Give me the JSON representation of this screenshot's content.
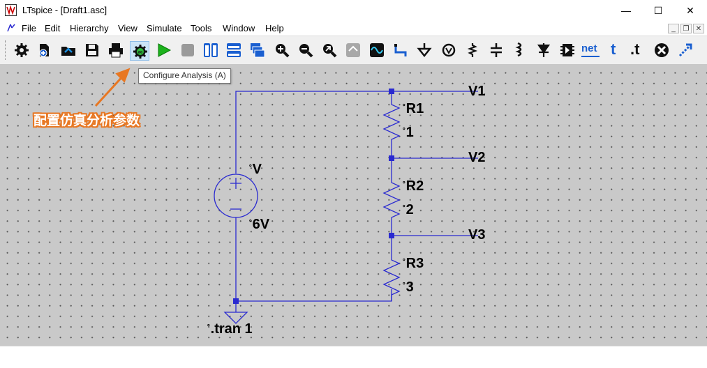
{
  "window": {
    "title": "LTspice - [Draft1.asc]",
    "minimize": "—",
    "maximize": "☐",
    "close": "✕"
  },
  "menu": {
    "items": [
      "File",
      "Edit",
      "Hierarchy",
      "View",
      "Simulate",
      "Tools",
      "Window",
      "Help"
    ],
    "mdi": [
      "_",
      "❐",
      "✕"
    ]
  },
  "toolbar": {
    "buttons": [
      "gear-icon",
      "new-schematic-icon",
      "open-icon",
      "save-icon",
      "print-icon",
      "configure-analysis-icon",
      "run-icon",
      "halt-icon",
      "tile-vertical-icon",
      "tile-horizontal-icon",
      "cascade-icon",
      "zoom-in-icon",
      "zoom-out-icon",
      "zoom-fit-icon",
      "zoom-extents-icon",
      "waveform-icon",
      "wire-icon",
      "ground-icon",
      "label-net-icon",
      "resistor-icon",
      "capacitor-icon",
      "inductor-icon",
      "diode-icon",
      "component-icon",
      "net-icon",
      "text-icon",
      "spice-directive-icon",
      "delete-icon",
      "move-icon"
    ],
    "net_label": "net",
    "text_label": "t",
    "directive_label": ".t",
    "tooltip": "Configure Analysis (A)"
  },
  "annotation": {
    "text": "配置仿真分析参数",
    "color": "#e87722"
  },
  "schematic": {
    "source_name": "V",
    "source_value": "6V",
    "r1_name": "R1",
    "r1_value": "1",
    "r2_name": "R2",
    "r2_value": "2",
    "r3_name": "R3",
    "r3_value": "3",
    "net1": "V1",
    "net2": "V2",
    "net3": "V3",
    "directive": ".tran 1",
    "wire_color": "#2a2ad0"
  }
}
